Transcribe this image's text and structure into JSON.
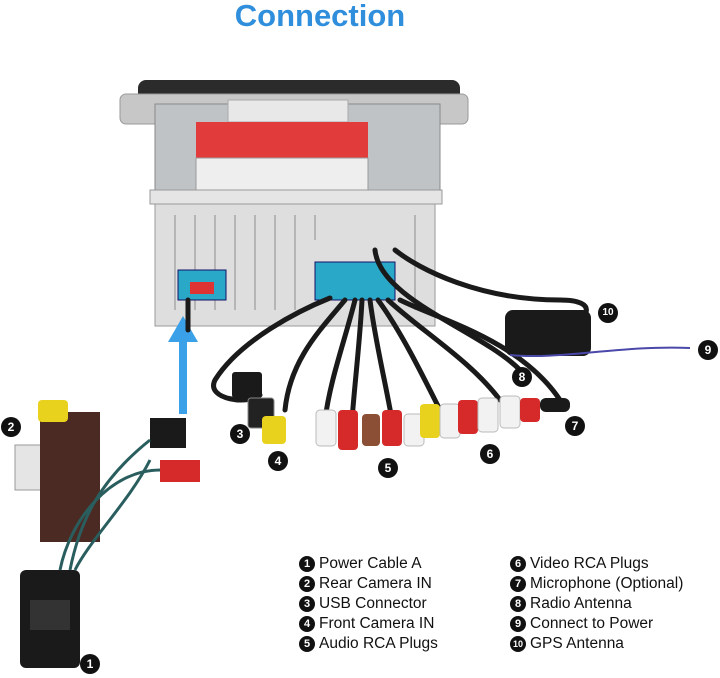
{
  "title": "Connection",
  "callouts": [
    "1",
    "2",
    "3",
    "4",
    "5",
    "6",
    "7",
    "8",
    "9",
    "10"
  ],
  "legend_left": [
    {
      "num": "1",
      "label": "Power Cable A"
    },
    {
      "num": "2",
      "label": "Rear Camera IN"
    },
    {
      "num": "3",
      "label": "USB Connector"
    },
    {
      "num": "4",
      "label": "Front Camera IN"
    },
    {
      "num": "5",
      "label": "Audio RCA Plugs"
    }
  ],
  "legend_right": [
    {
      "num": "6",
      "label": "Video RCA Plugs"
    },
    {
      "num": "7",
      "label": "Microphone (Optional)"
    },
    {
      "num": "8",
      "label": "Radio Antenna"
    },
    {
      "num": "9",
      "label": "Connect to Power"
    },
    {
      "num": "10",
      "label": "GPS Antenna"
    }
  ],
  "colors": {
    "title": "#2f8fdc",
    "arrow": "#3aa0e8",
    "connector": "#2aa8c8"
  }
}
